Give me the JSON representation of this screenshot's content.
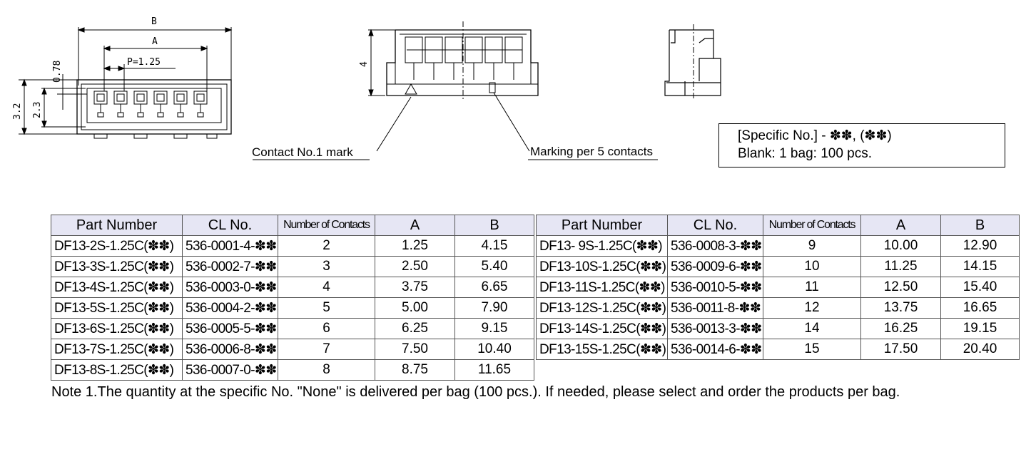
{
  "drawing": {
    "dim_b": "B",
    "dim_a": "A",
    "dim_pitch": "P=1.25",
    "dim_078": "0.78",
    "dim_32": "3.2",
    "dim_23": "2.3",
    "dim_4": "4",
    "contact_mark": "Contact No.1 mark",
    "marking": "Marking per 5 contacts"
  },
  "spec": {
    "line1": "[Specific No.] - ✽✽, (✽✽)",
    "line2": "Blank: 1 bag: 100 pcs."
  },
  "headers": {
    "part_number": "Part Number",
    "cl_no": "CL No.",
    "contacts": "Number of Contacts",
    "a": "A",
    "b": "B"
  },
  "rows_left": [
    {
      "part": "DF13-2S-1.25C(✽✽)",
      "cl": "536-0001-4-✽✽",
      "contacts": "2",
      "a": "1.25",
      "b": "4.15"
    },
    {
      "part": "DF13-3S-1.25C(✽✽)",
      "cl": "536-0002-7-✽✽",
      "contacts": "3",
      "a": "2.50",
      "b": "5.40"
    },
    {
      "part": "DF13-4S-1.25C(✽✽)",
      "cl": "536-0003-0-✽✽",
      "contacts": "4",
      "a": "3.75",
      "b": "6.65"
    },
    {
      "part": "DF13-5S-1.25C(✽✽)",
      "cl": "536-0004-2-✽✽",
      "contacts": "5",
      "a": "5.00",
      "b": "7.90"
    },
    {
      "part": "DF13-6S-1.25C(✽✽)",
      "cl": "536-0005-5-✽✽",
      "contacts": "6",
      "a": "6.25",
      "b": "9.15"
    },
    {
      "part": "DF13-7S-1.25C(✽✽)",
      "cl": "536-0006-8-✽✽",
      "contacts": "7",
      "a": "7.50",
      "b": "10.40"
    },
    {
      "part": "DF13-8S-1.25C(✽✽)",
      "cl": "536-0007-0-✽✽",
      "contacts": "8",
      "a": "8.75",
      "b": "11.65"
    }
  ],
  "rows_right": [
    {
      "part": "DF13- 9S-1.25C(✽✽)",
      "cl": "536-0008-3-✽✽",
      "contacts": "9",
      "a": "10.00",
      "b": "12.90"
    },
    {
      "part": "DF13-10S-1.25C(✽✽)",
      "cl": "536-0009-6-✽✽",
      "contacts": "10",
      "a": "11.25",
      "b": "14.15"
    },
    {
      "part": "DF13-11S-1.25C(✽✽)",
      "cl": "536-0010-5-✽✽",
      "contacts": "11",
      "a": "12.50",
      "b": "15.40"
    },
    {
      "part": "DF13-12S-1.25C(✽✽)",
      "cl": "536-0011-8-✽✽",
      "contacts": "12",
      "a": "13.75",
      "b": "16.65"
    },
    {
      "part": "DF13-14S-1.25C(✽✽)",
      "cl": "536-0013-3-✽✽",
      "contacts": "14",
      "a": "16.25",
      "b": "19.15"
    },
    {
      "part": "DF13-15S-1.25C(✽✽)",
      "cl": "536-0014-6-✽✽",
      "contacts": "15",
      "a": "17.50",
      "b": "20.40"
    }
  ],
  "note": "Note 1.The quantity at the specific No. \"None\" is delivered per bag (100 pcs.). If needed, please select and order the products per bag."
}
